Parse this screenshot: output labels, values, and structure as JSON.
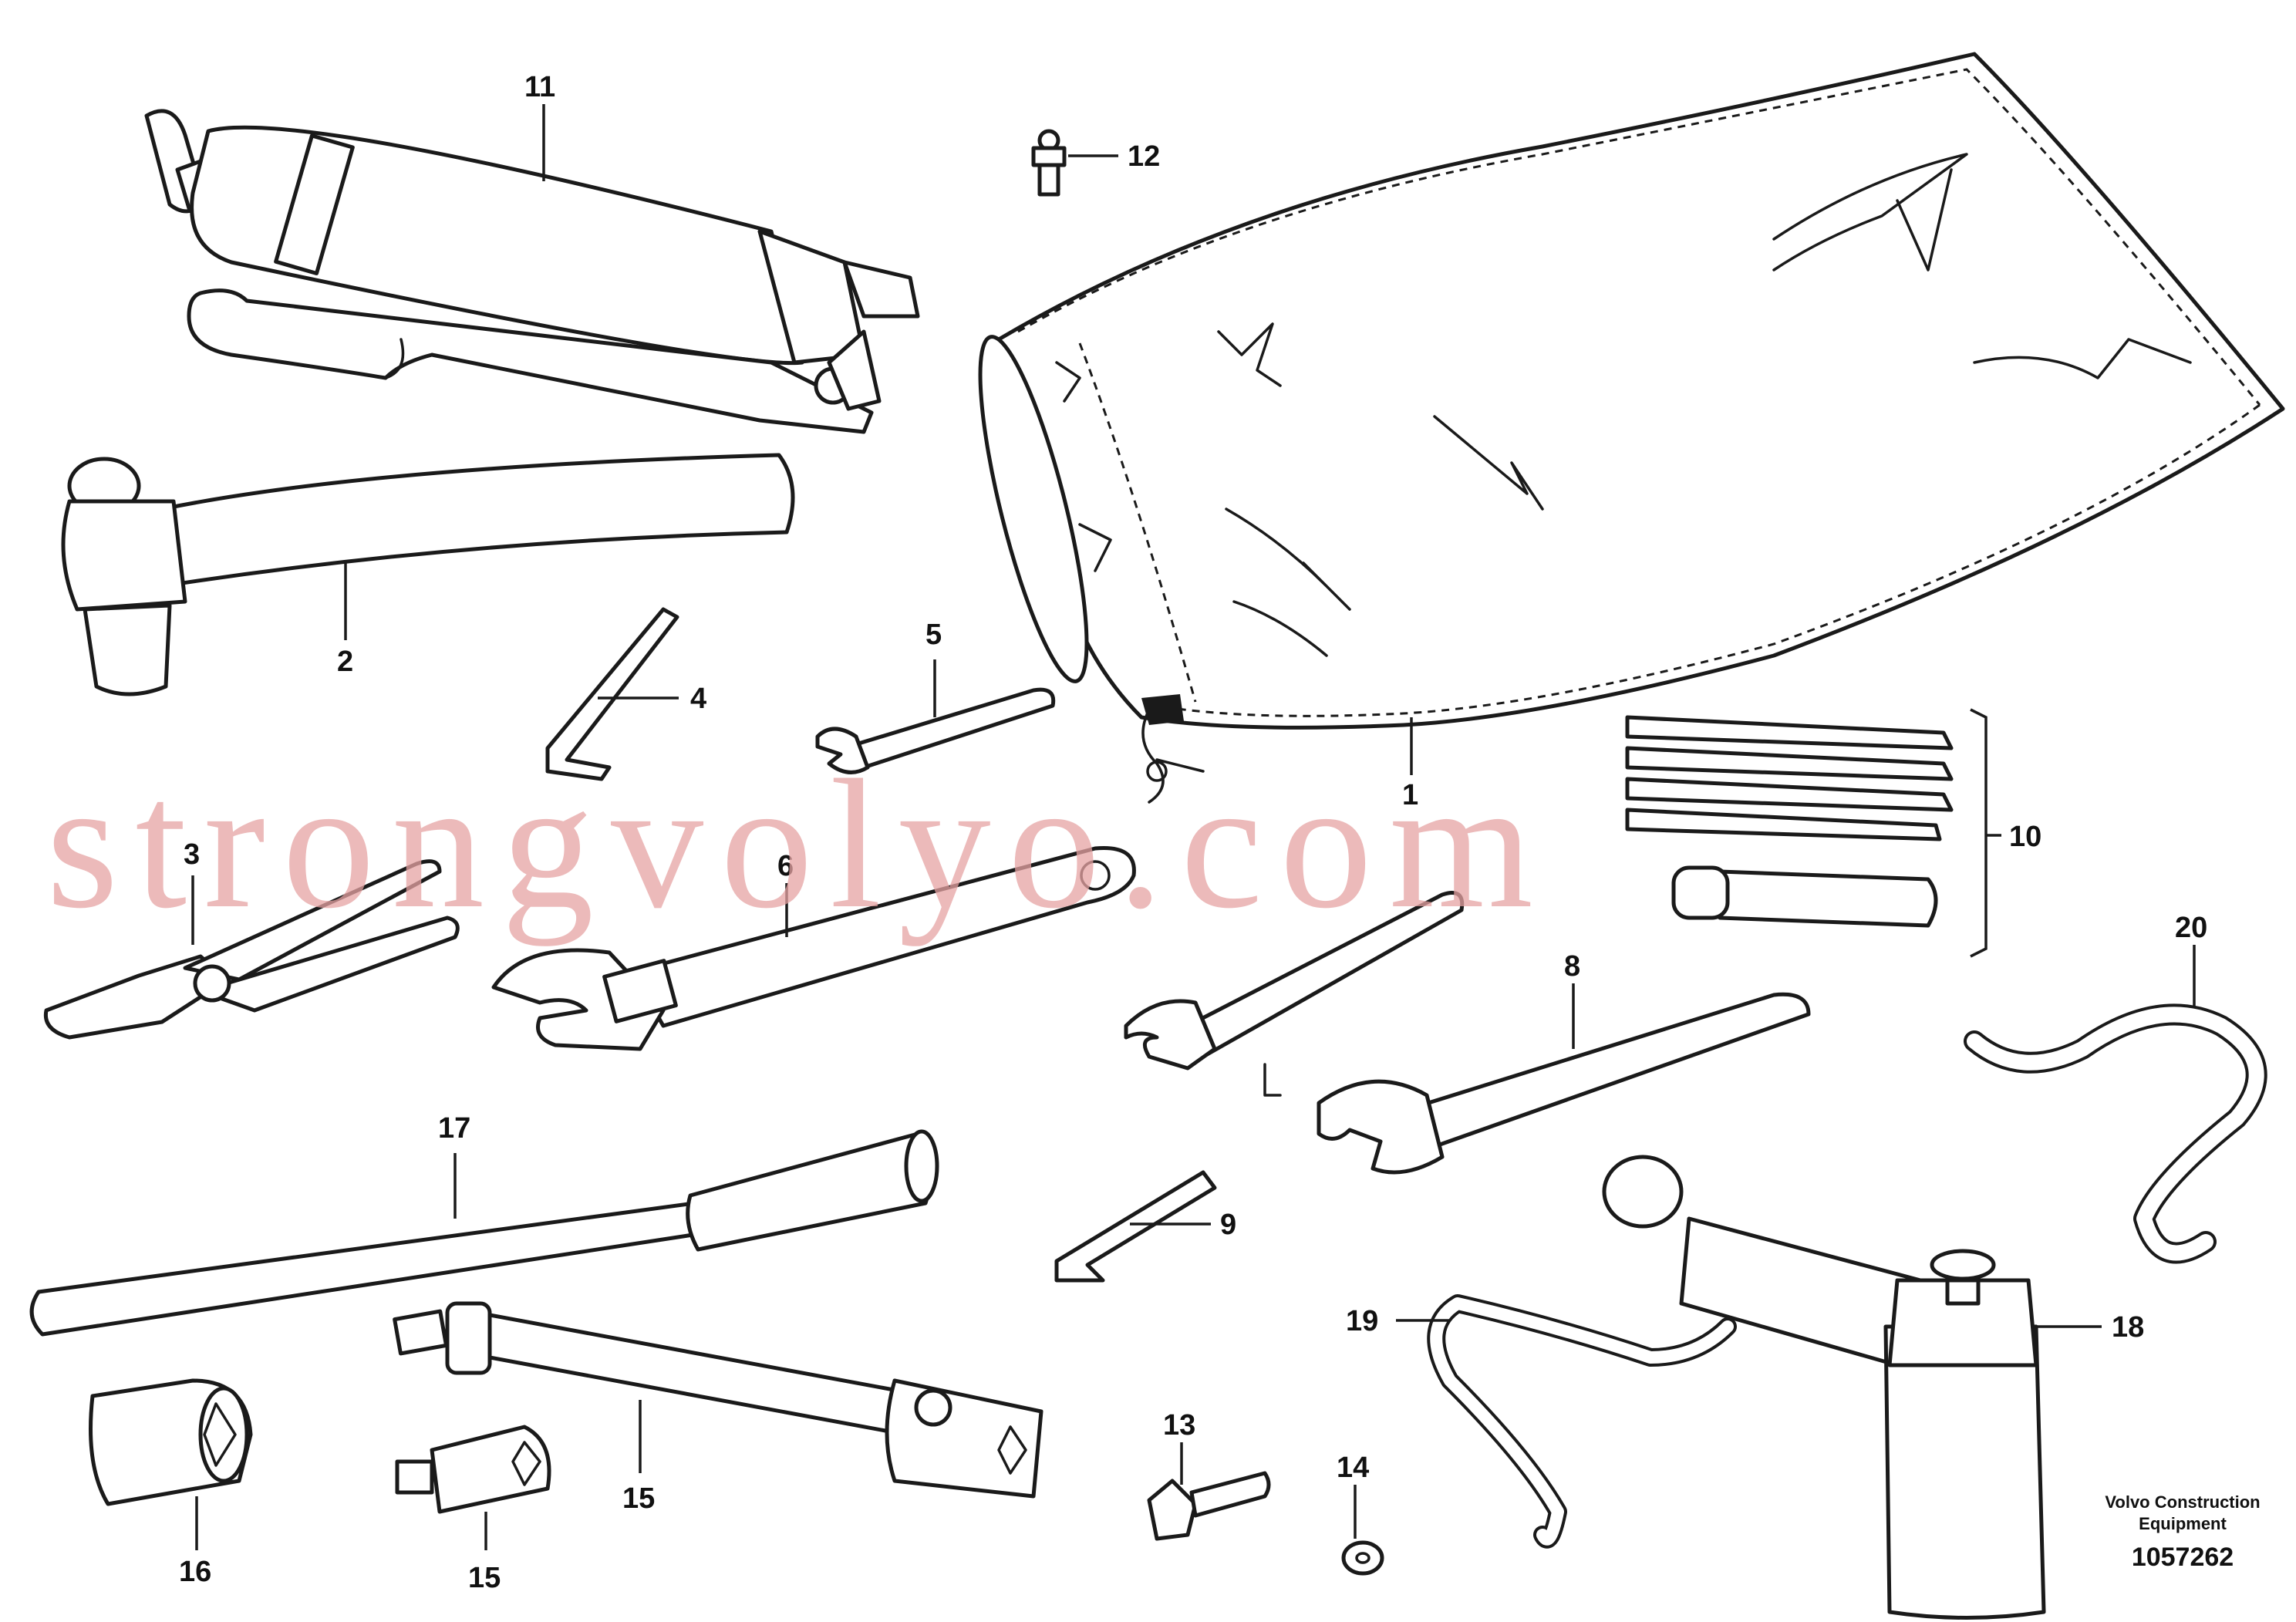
{
  "watermark": "strongvolyo.com",
  "manufacturer_line1": "Volvo Construction",
  "manufacturer_line2": "Equipment",
  "drawing_number": "1057262",
  "callouts": {
    "c1": "1",
    "c2": "2",
    "c3": "3",
    "c4": "4",
    "c5": "5",
    "c6": "6",
    "c8": "8",
    "c9": "9",
    "c10": "10",
    "c11": "11",
    "c12": "12",
    "c13": "13",
    "c14": "14",
    "c15a": "15",
    "c15b": "15",
    "c16": "16",
    "c17": "17",
    "c18": "18",
    "c19": "19",
    "c20": "20"
  }
}
